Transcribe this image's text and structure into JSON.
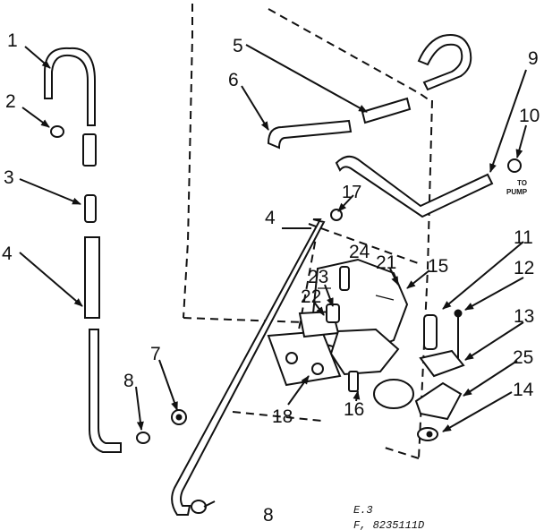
{
  "callouts": {
    "c1": "1",
    "c2": "2",
    "c3": "3",
    "c4a": "4",
    "c4b": "4",
    "c5": "5",
    "c6": "6",
    "c7": "7",
    "c8a": "8",
    "c8b": "8",
    "c9": "9",
    "c10": "10",
    "c11": "11",
    "c12": "12",
    "c13": "13",
    "c14": "14",
    "c15": "15",
    "c16": "16",
    "c17": "17",
    "c18": "18",
    "c21": "21",
    "c22": "22",
    "c23": "23",
    "c24": "24",
    "c25": "25"
  },
  "notes": {
    "to": "TO",
    "pump": "PUMP"
  },
  "footer": {
    "line1": "E.3",
    "line2": "F, 8235111D"
  }
}
